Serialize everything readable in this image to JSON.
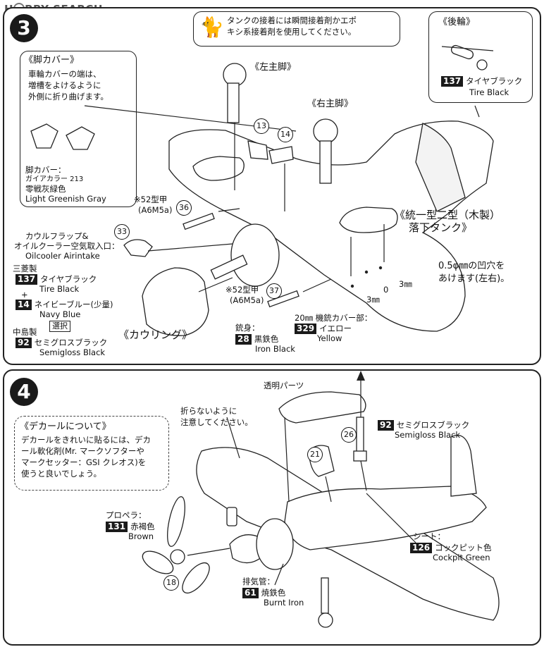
{
  "header": {
    "brand_prefix": "H",
    "brand_rest": "BBY SEARCH"
  },
  "step3": {
    "number": "3",
    "notice": [
      "タンクの接着には瞬間接着剤かエポ",
      "キシ系接着剤を使用してください。"
    ],
    "gear_cover": {
      "title": "《脚カバー》",
      "text": [
        "車輪カバーの端は、",
        "増槽をよけるように",
        "外側に折り曲げます。"
      ],
      "color_label": "脚カバー：",
      "color_brand": "ガイアカラー 213",
      "color_jp": "零戦灰緑色",
      "color_en": "Light Greenish Gray"
    },
    "tail_wheel": {
      "title": "《後輪》",
      "code": "137",
      "jp": "タイヤブラック",
      "en": "Tire Black"
    },
    "left_gear": "《左主脚》",
    "right_gear": "《右主脚》",
    "drop_tank": [
      "《統一型二型（木製）",
      "落下タンク》"
    ],
    "parts": [
      "13",
      "14",
      "36",
      "33",
      "37"
    ],
    "a6m5a_top": [
      "※52型甲",
      "(A6M5a)"
    ],
    "a6m5a_bottom": [
      "※52型甲",
      "(A6M5a)"
    ],
    "cowl_flap": [
      "カウルフラップ&",
      "オイルクーラー空気取入口：",
      "Oilcooler Airintake"
    ],
    "mitsubishi": "三菱製",
    "color_137": {
      "code": "137",
      "jp": "タイヤブラック",
      "en": "Tire Black"
    },
    "plus": "+",
    "color_14": {
      "code": "14",
      "jp": "ネイビーブルー(少量)",
      "en": "Navy Blue"
    },
    "choose": "選択",
    "nakajima": "中島製",
    "color_92": {
      "code": "92",
      "jp": "セミグロスブラック",
      "en": "Semigloss Black"
    },
    "cowling": "《カウリング》",
    "barrel_label": "銃身：",
    "color_28": {
      "code": "28",
      "jp": "黒鉄色",
      "en": "Iron Black"
    },
    "gun_cover_label": "20㎜ 機銃カバー部：",
    "color_329": {
      "code": "329",
      "jp": "イエロー",
      "en": "Yellow"
    },
    "hole_note": [
      "0.5φ㎜の凹穴を",
      "あけます(左右)。"
    ],
    "dims": [
      "3㎜",
      "3㎜",
      "0"
    ]
  },
  "step4": {
    "number": "4",
    "clear_parts": "透明パーツ",
    "dont_fold": [
      "折らないように",
      "注意してください。"
    ],
    "decal": {
      "title": "《デカールについて》",
      "text": [
        "デカールをきれいに貼るには、デカ",
        "ール軟化剤(Mr. マークソフターや",
        "マークセッター：GSI クレオス)を",
        "使うと良いでしょう。"
      ]
    },
    "parts": [
      "26",
      "21",
      "18"
    ],
    "color_92": {
      "code": "92",
      "jp": "セミグロスブラック",
      "en": "Semigloss Black"
    },
    "propeller_label": "プロペラ：",
    "color_131": {
      "code": "131",
      "jp": "赤褐色",
      "en": "Brown"
    },
    "seat_label": "シート：",
    "color_126": {
      "code": "126",
      "jp": "コックピット色",
      "en": "Cockpit Green"
    },
    "exhaust_label": "排気管：",
    "color_61": {
      "code": "61",
      "jp": "焼鉄色",
      "en": "Burnt Iron"
    }
  }
}
